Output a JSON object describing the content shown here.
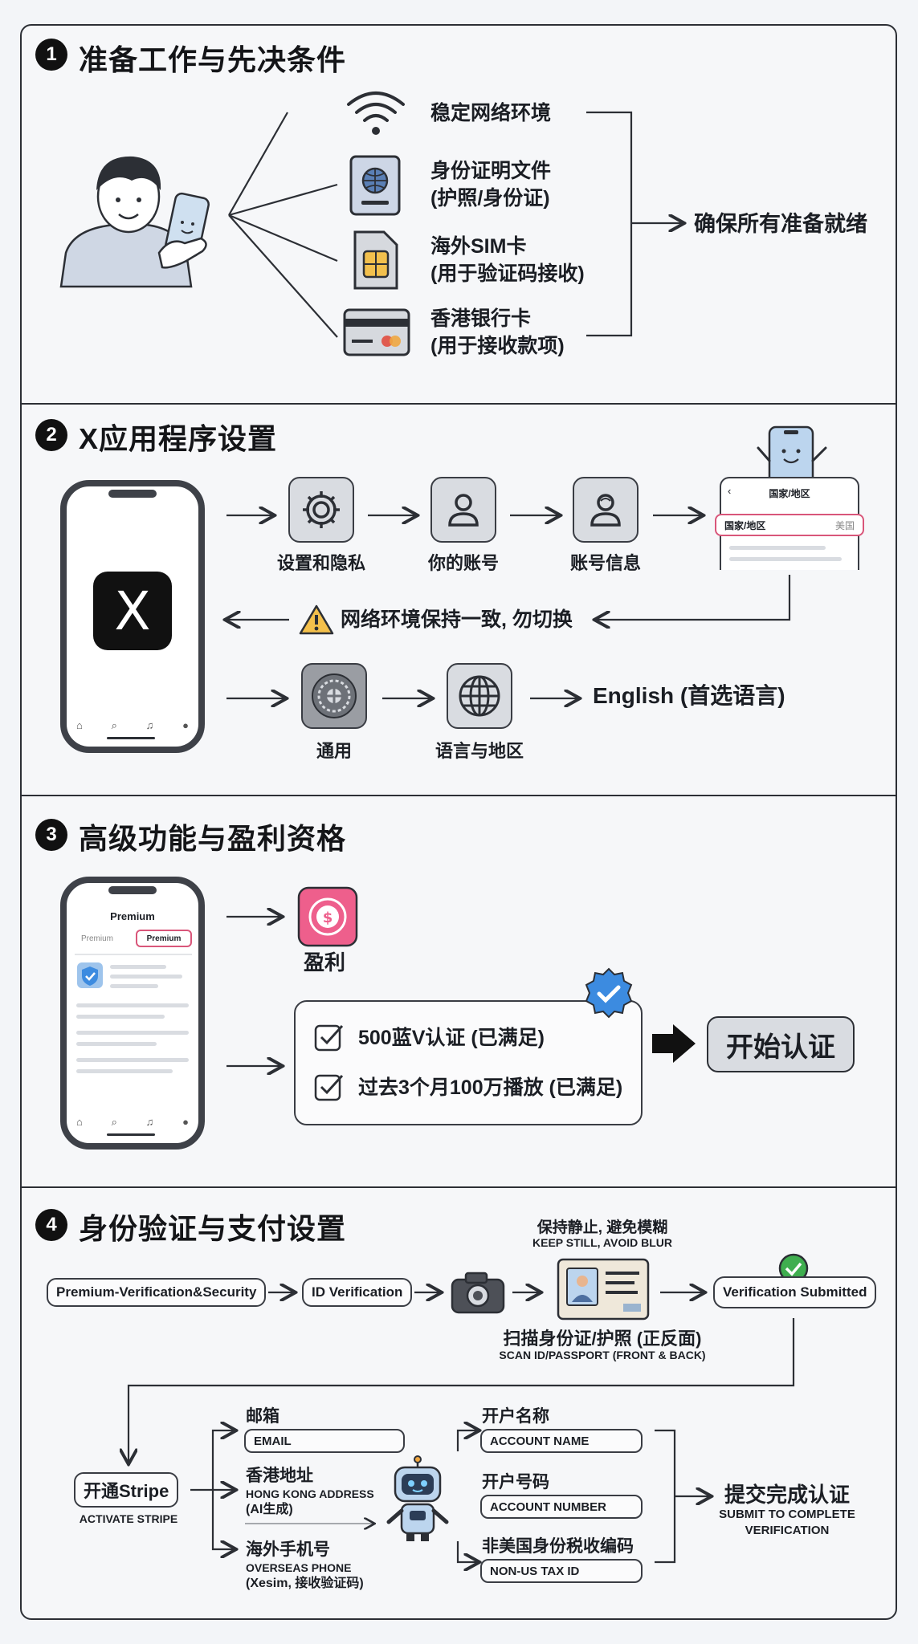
{
  "sections": [
    {
      "number": "1",
      "title": "准备工作与先决条件"
    },
    {
      "number": "2",
      "title": "X应用程序设置"
    },
    {
      "number": "3",
      "title": "高级功能与盈利资格"
    },
    {
      "number": "4",
      "title": "身份验证与支付设置"
    }
  ],
  "s1": {
    "items": [
      {
        "line1": "稳定网络环境",
        "line2": "",
        "icon": "wifi-icon"
      },
      {
        "line1": "身份证明文件",
        "line2": "(护照/身份证)",
        "icon": "passport-icon"
      },
      {
        "line1": "海外SIM卡",
        "line2": "(用于验证码接收)",
        "icon": "sim-card-icon"
      },
      {
        "line1": "香港银行卡",
        "line2": "(用于接收款项)",
        "icon": "bank-card-icon"
      }
    ],
    "result": "确保所有准备就绪"
  },
  "s2": {
    "app_logo": "X",
    "row1": [
      "设置和隐私",
      "你的账号",
      "账号信息"
    ],
    "mini_screen": {
      "header": "国家/地区",
      "row_label": "国家/地区",
      "row_value": "美国"
    },
    "warning": "网络环境保持一致, 勿切换",
    "row2": [
      "通用",
      "语言与地区"
    ],
    "language_result": "English (首选语言)"
  },
  "s3": {
    "phone": {
      "title": "Premium",
      "tab1": "Premium",
      "tab2": "Premium"
    },
    "monetize_label": "盈利",
    "checks": [
      "500蓝V认证 (已满足)",
      "过去3个月100万播放 (已满足)"
    ],
    "cta": "开始认证"
  },
  "s4": {
    "flow": [
      "Premium-Verification&Security",
      "ID Verification"
    ],
    "tip_cn": "保持静止, 避免模糊",
    "tip_en": "KEEP STILL, AVOID BLUR",
    "scan_cn": "扫描身份证/护照 (正反面)",
    "scan_en": "SCAN ID/PASSPORT (FRONT & BACK)",
    "submitted": "Verification Submitted",
    "stripe": "开通Stripe",
    "stripe_en": "ACTIVATE STRIPE",
    "left_fields": [
      {
        "cn": "邮箱",
        "en": "EMAIL"
      },
      {
        "cn": "香港地址",
        "en": "HONG KONG ADDRESS",
        "note": "(AI生成)"
      },
      {
        "cn": "海外手机号",
        "en": "OVERSEAS PHONE",
        "note": "(Xesim, 接收验证码)"
      }
    ],
    "right_fields": [
      {
        "cn": "开户名称",
        "en": "ACCOUNT NAME"
      },
      {
        "cn": "开户号码",
        "en": "ACCOUNT NUMBER"
      },
      {
        "cn": "非美国身份税收编码",
        "en": "NON-US TAX ID"
      }
    ],
    "final_cn": "提交完成认证",
    "final_en1": "SUBMIT TO COMPLETE",
    "final_en2": "VERIFICATION"
  }
}
